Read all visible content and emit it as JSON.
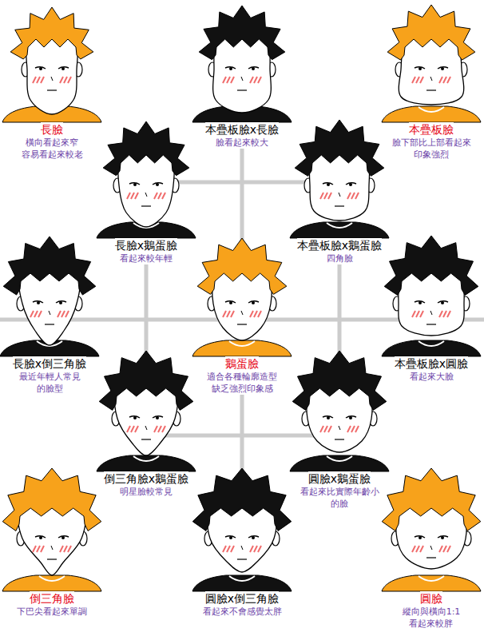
{
  "diagram": {
    "nodes": [
      {
        "text": [
          "長臉",
          "橫向看起來窄 容易看起來較老"
        ]
      },
      {
        "text": [
          "本疊板臉x長臉",
          "臉看起來較大"
        ]
      },
      {
        "text": [
          "本疊板臉",
          "臉下部比上部看起來 印象強烈"
        ]
      },
      {
        "text": [
          "長臉x鵝蛋臉",
          "看起來較年輕"
        ]
      },
      {
        "text": [
          "本疊板臉x鵝蛋臉",
          "四角臉"
        ]
      },
      {
        "text": [
          "長臉x倒三角臉",
          "最近年輕人常見 的臉型"
        ]
      },
      {
        "text": [
          "鵝蛋臉",
          "適合各種輪廓造型 缺乏強烈印象感"
        ]
      },
      {
        "text": [
          "本疊板臉x圓臉",
          "看起來大臉"
        ]
      },
      {
        "text": [
          "倒三角臉x鵝蛋臉",
          "明星臉較常見"
        ]
      },
      {
        "text": [
          "圓臉x鵝蛋臉",
          "看起來比實際年齡小 的臉"
        ]
      },
      {
        "text": [
          "倒三角臉",
          "下巴尖看起來單調"
        ]
      },
      {
        "text": [
          "圓臉x倒三角臉",
          "看起來不會感覺太胖"
        ]
      },
      {
        "text": [
          "圓臉",
          "縱向與橫向1:1 看起來較胖"
        ]
      }
    ]
  }
}
